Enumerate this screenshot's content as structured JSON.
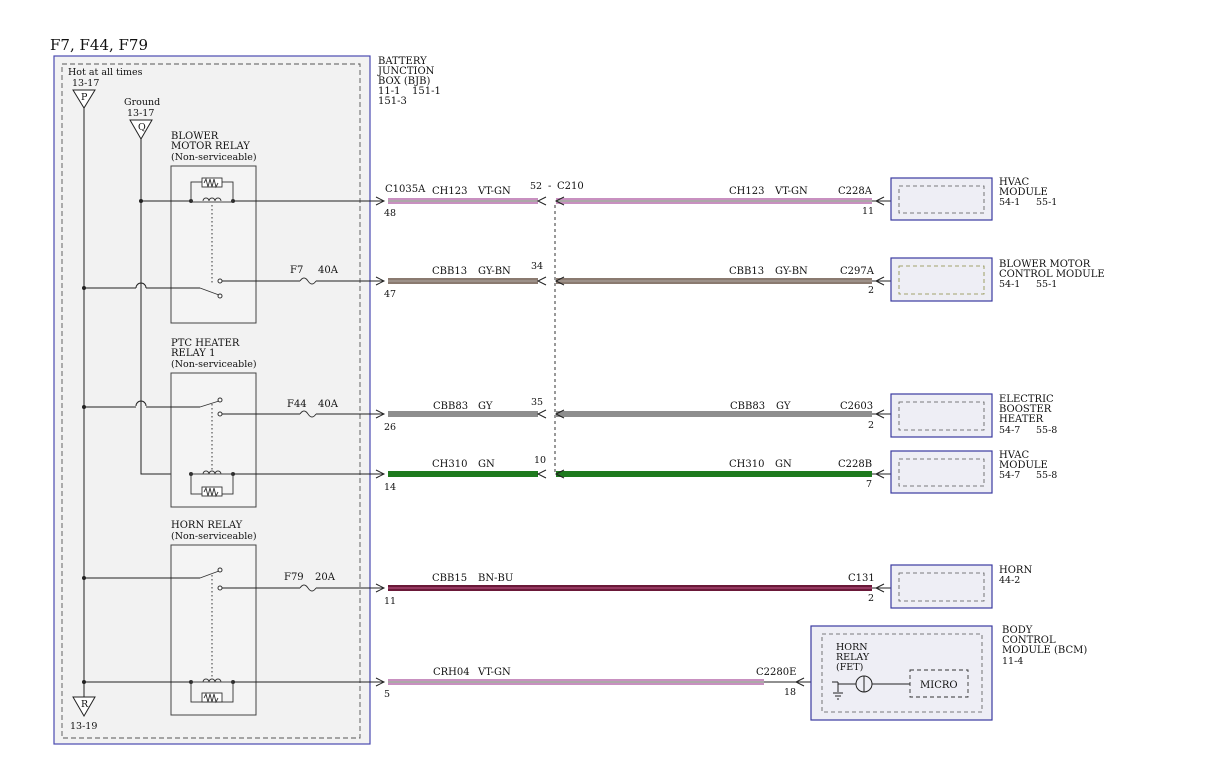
{
  "title": "F7, F44, F79",
  "bjb": {
    "lines": [
      "BATTERY",
      "JUNCTION",
      "BOX (BJB)"
    ],
    "ref_1": "11-1",
    "ref_2": "151-1",
    "ref_3": "151-3",
    "connector": "C1035A"
  },
  "power": {
    "hot_label": "Hot at all times",
    "p_ref": "13-17",
    "p_letter": "P",
    "ground_label": "Ground",
    "q_ref": "13-17",
    "q_letter": "Q",
    "r_letter": "R",
    "r_ref": "13-19"
  },
  "relays": {
    "blower": {
      "line1": "BLOWER",
      "line2": "MOTOR RELAY",
      "note": "(Non-serviceable)"
    },
    "ptc": {
      "line1": "PTC HEATER",
      "line2": "RELAY 1",
      "note": "(Non-serviceable)"
    },
    "horn": {
      "line1": "HORN RELAY",
      "note": "(Non-serviceable)"
    }
  },
  "fuses": {
    "f7": {
      "name": "F7",
      "rating": "40A"
    },
    "f44": {
      "name": "F44",
      "rating": "40A"
    },
    "f79": {
      "name": "F79",
      "rating": "20A"
    }
  },
  "inline_connector": {
    "name": "C210",
    "dash": "-"
  },
  "wires": [
    {
      "bjb_pin": "48",
      "circuit": "CH123",
      "color": "VT-GN",
      "c210_pin": "52",
      "circuit_r": "CH123",
      "color_r": "VT-GN",
      "connector": "C228A",
      "pin": "11"
    },
    {
      "bjb_pin": "47",
      "circuit": "CBB13",
      "color": "GY-BN",
      "c210_pin": "34",
      "circuit_r": "CBB13",
      "color_r": "GY-BN",
      "connector": "C297A",
      "pin": "2"
    },
    {
      "bjb_pin": "26",
      "circuit": "CBB83",
      "color": "GY",
      "c210_pin": "35",
      "circuit_r": "CBB83",
      "color_r": "GY",
      "connector": "C2603",
      "pin": "2"
    },
    {
      "bjb_pin": "14",
      "circuit": "CH310",
      "color": "GN",
      "c210_pin": "10",
      "circuit_r": "CH310",
      "color_r": "GN",
      "connector": "C228B",
      "pin": "7"
    },
    {
      "bjb_pin": "11",
      "circuit": "CBB15",
      "color": "BN-BU",
      "connector": "C131",
      "pin": "2"
    },
    {
      "bjb_pin": "5",
      "circuit": "CRH04",
      "color": "VT-GN",
      "connector": "C2280E",
      "pin": "18"
    }
  ],
  "modules": [
    {
      "lines": [
        "HVAC",
        "MODULE"
      ],
      "ref_1": "54-1",
      "ref_2": "55-1"
    },
    {
      "lines": [
        "BLOWER MOTOR",
        "CONTROL MODULE"
      ],
      "ref_1": "54-1",
      "ref_2": "55-1"
    },
    {
      "lines": [
        "ELECTRIC",
        "BOOSTER",
        "HEATER"
      ],
      "ref_1": "54-7",
      "ref_2": "55-8"
    },
    {
      "lines": [
        "HVAC",
        "MODULE"
      ],
      "ref_1": "54-7",
      "ref_2": "55-8"
    },
    {
      "lines": [
        "HORN"
      ],
      "ref_1": "44-2"
    },
    {
      "lines": [
        "BODY",
        "CONTROL",
        "MODULE (BCM)"
      ],
      "ref_1": "11-4"
    }
  ],
  "bcm_internal": {
    "horn_relay_lines": [
      "HORN",
      "RELAY",
      "(FET)"
    ],
    "micro": "MICRO"
  },
  "colors": {
    "vt_gn": "#c890c0",
    "vt_gn_stripe": "#8fbf8f",
    "gy_bn": "#8a7a70",
    "gy": "#8e8e8e",
    "gn": "#1e7a1e",
    "bn_bu": "#6a1838",
    "bn_bu_stripe": "#c05a8a",
    "module_border": "#3a3aa0",
    "module_fill": "#eeeef5",
    "bjb_border": "#4a4ab0",
    "bjb_fill": "#f2f2f2"
  }
}
